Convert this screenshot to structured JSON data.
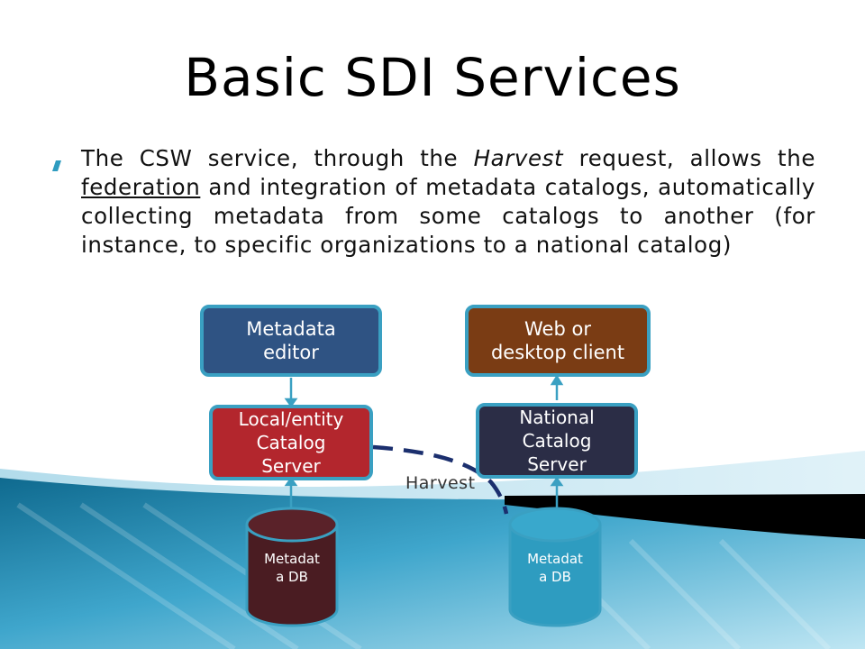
{
  "slide": {
    "title": "Basic SDI Services",
    "bullet": {
      "text_before_italic": "The CSW service, through the ",
      "italic_word": "Harvest",
      "text_after_italic": " request, allows the ",
      "underlined_word": "federation",
      "text_rest": " and integration of metadata catalogs, automatically collecting metadata from some catalogs to another (for instance, to specific organizations to a national catalog)"
    }
  },
  "diagram": {
    "metadata_editor": "Metadata\neditor",
    "web_client": "Web or\ndesktop client",
    "local_server": "Local/entity\nCatalog\nServer",
    "national_server": "National\nCatalog\nServer",
    "db_left": "Metadat\na DB",
    "db_right": "Metadat\na DB",
    "harvest_label": "Harvest"
  },
  "colors": {
    "editor_fill": "#2f5383",
    "client_fill": "#7a3c14",
    "local_server_fill": "#b3262d",
    "national_server_fill": "#2b2d46",
    "db_left_fill": "#4a1c22",
    "db_right_fill": "#2e9cc0",
    "connector": "#3aa0c2",
    "harvest_dashes": "#1b2f6e",
    "background_wave_dark": "#1a7a9e",
    "background_wave_light": "#7cc5e0"
  }
}
